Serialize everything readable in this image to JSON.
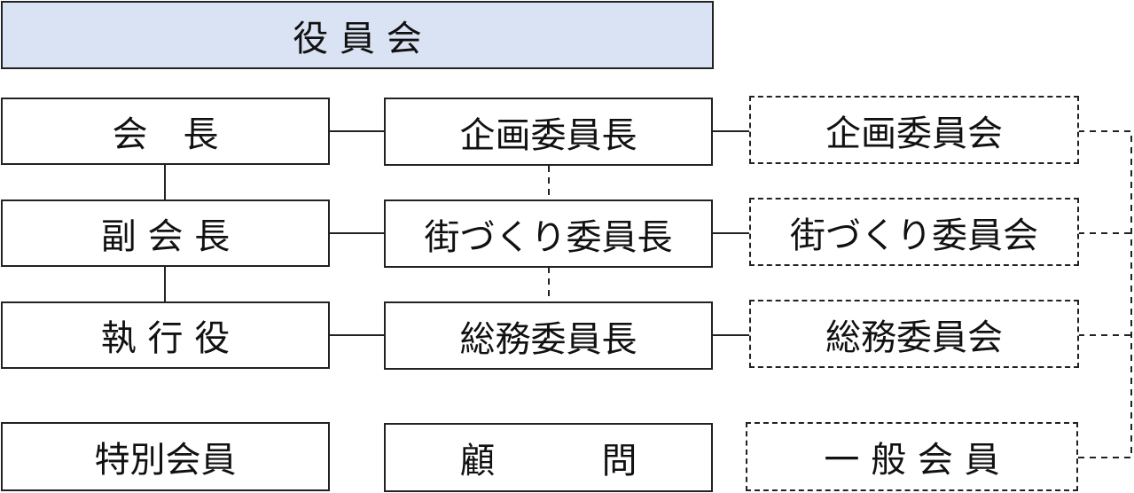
{
  "header": {
    "title": "役 員 会"
  },
  "left": [
    {
      "label": "会　長"
    },
    {
      "label": "副 会 長"
    },
    {
      "label": "執 行 役"
    },
    {
      "label": "特別会員"
    }
  ],
  "middle": [
    {
      "label": "企画委員長"
    },
    {
      "label": "街づくり委員長"
    },
    {
      "label": "総務委員長"
    },
    {
      "label": "顧　　　問"
    }
  ],
  "right": [
    {
      "label": "企画委員会"
    },
    {
      "label": "街づくり委員会"
    },
    {
      "label": "総務委員会"
    },
    {
      "label": "一 般 会 員"
    }
  ]
}
